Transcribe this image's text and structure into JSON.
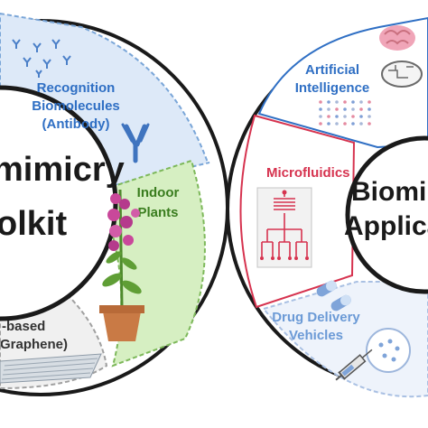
{
  "left_toolkit": {
    "title_line1": "mimicry",
    "title_line2": "olkit",
    "segments": {
      "recognition": {
        "line1": "Recognition",
        "line2": "Biomolecules",
        "line3": "(Antibody)",
        "icon": "antibody-icon"
      },
      "plants": {
        "line1": "Indoor",
        "line2": "Plants",
        "icon": "potted-plant-icon"
      },
      "materials": {
        "line1": "-based",
        "line2": "Graphene)",
        "icon": "graphene-sheet-icon"
      }
    }
  },
  "right_applications": {
    "title_line1": "Biomim",
    "title_line2": "Applica",
    "segments": {
      "ai": {
        "line1": "Artificial",
        "line2": "Intelligence",
        "icon": "brain-icon"
      },
      "microfluidics": {
        "label": "Microfluidics",
        "icon": "microfluidic-chip-icon"
      },
      "drug": {
        "line1": "Drug Delivery",
        "line2": "Vehicles",
        "icon": "capsule-icon"
      }
    }
  },
  "colors": {
    "blue_ring": "#dde9f8",
    "blue_text": "#2f6fc4",
    "green_ring": "#d6efc2",
    "green_text": "#3a7d1f",
    "gray_ring": "#f0f0f0",
    "red_text": "#d6334f",
    "outline": "#1a1a1a"
  }
}
